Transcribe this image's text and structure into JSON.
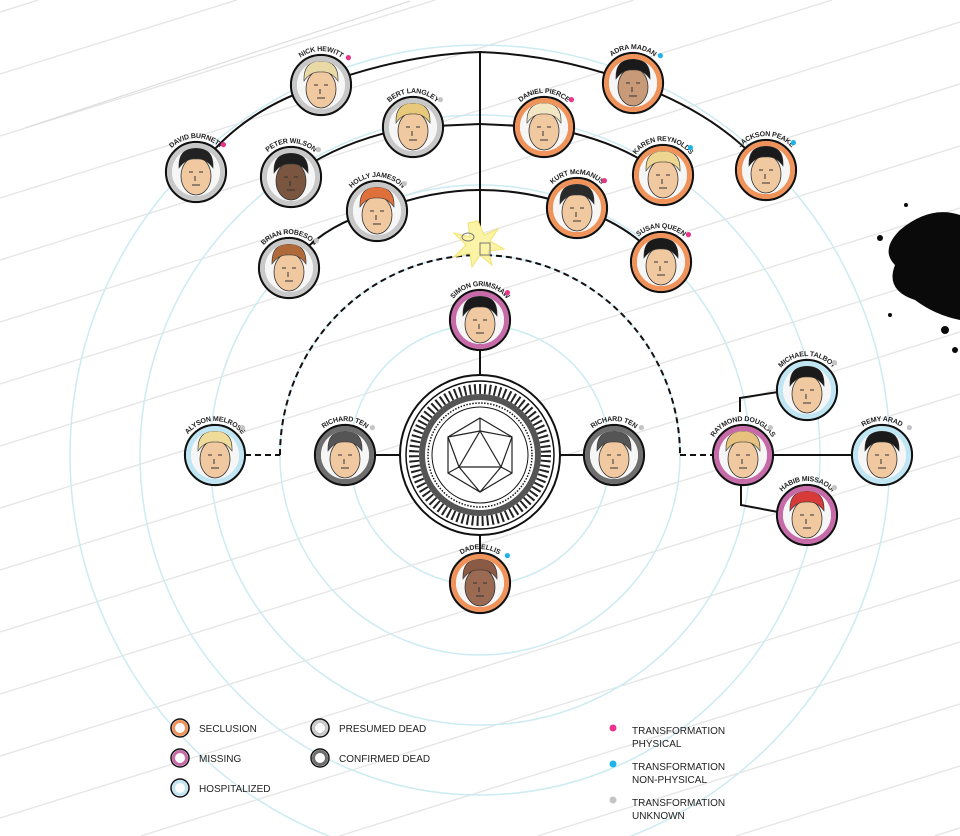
{
  "colors": {
    "seclusion": "#f0935a",
    "missing": "#c76aa8",
    "hospitalized": "#bfe6f2",
    "presumed_dead": "#c8c8c8",
    "confirmed_dead": "#6e6e6e",
    "physical": "#e8348a",
    "non_physical": "#1fb4e6",
    "unknown": "#c4c4c4",
    "ring": "#cdebf2"
  },
  "nodes": [
    {
      "id": "nick-hewitt",
      "name": "NICK HEWITT",
      "status": "presumed_dead",
      "transformation": "physical",
      "hair": "#e9d9a6"
    },
    {
      "id": "david-burnett",
      "name": "DAVID BURNETT",
      "status": "presumed_dead",
      "transformation": "physical",
      "hair": "#222"
    },
    {
      "id": "bert-langley",
      "name": "BERT LANGLEY",
      "status": "presumed_dead",
      "transformation": "unknown",
      "hair": "#e8c87a"
    },
    {
      "id": "peter-wilson",
      "name": "PETER WILSON",
      "status": "presumed_dead",
      "transformation": "unknown",
      "hair": "#1e1e1e",
      "skin": "#7a5640"
    },
    {
      "id": "holly-jameson",
      "name": "HOLLY JAMESON",
      "status": "presumed_dead",
      "transformation": "unknown",
      "hair": "#e0703a"
    },
    {
      "id": "brian-robeson",
      "name": "BRIAN ROBESON",
      "status": "presumed_dead",
      "transformation": "unknown",
      "hair": "#b06a3a"
    },
    {
      "id": "adra-madan",
      "name": "ADRA MADAN",
      "status": "seclusion",
      "transformation": "non_physical",
      "hair": "#1a1a1a",
      "skin": "#c89a78"
    },
    {
      "id": "daniel-pierce",
      "name": "DANIEL PIERCE",
      "status": "seclusion",
      "transformation": "physical",
      "hair": "#f3e6c2"
    },
    {
      "id": "karen-reynolds",
      "name": "KAREN REYNOLDS",
      "status": "seclusion",
      "transformation": "non_physical",
      "hair": "#ecd690"
    },
    {
      "id": "jackson-peake",
      "name": "JACKSON PEAKE",
      "status": "seclusion",
      "transformation": "non_physical",
      "hair": "#1a1a1a"
    },
    {
      "id": "kurt-mcmanus",
      "name": "KURT McMANUS",
      "status": "seclusion",
      "transformation": "physical",
      "hair": "#2a2a2a"
    },
    {
      "id": "susan-queen",
      "name": "SUSAN QUEEN",
      "status": "seclusion",
      "transformation": "physical",
      "hair": "#1a1a1a"
    },
    {
      "id": "simon-grimshaw",
      "name": "SIMON GRIMSHAW",
      "status": "missing",
      "transformation": "physical",
      "hair": "#1a1a1a"
    },
    {
      "id": "richard-ten-left",
      "name": "RICHARD TEN",
      "status": "confirmed_dead",
      "transformation": "unknown",
      "hair": "#555"
    },
    {
      "id": "richard-ten-right",
      "name": "RICHARD TEN",
      "status": "confirmed_dead",
      "transformation": "unknown",
      "hair": "#555"
    },
    {
      "id": "dade-ellis",
      "name": "DADE ELLIS",
      "status": "seclusion",
      "transformation": "non_physical",
      "hair": "#8a5a44",
      "skin": "#9a6a52"
    },
    {
      "id": "alyson-melrose",
      "name": "ALYSON MELROSE",
      "status": "hospitalized",
      "transformation": "unknown",
      "hair": "#f0dc9a"
    },
    {
      "id": "raymond-douglas",
      "name": "RAYMOND DOUGLAS",
      "status": "missing",
      "transformation": "unknown",
      "hair": "#e6c27e"
    },
    {
      "id": "michael-talbot",
      "name": "MICHAEL TALBOT",
      "status": "hospitalized",
      "transformation": "unknown",
      "hair": "#1a1a1a"
    },
    {
      "id": "remy-arad",
      "name": "REMY ARAD",
      "status": "hospitalized",
      "transformation": "unknown",
      "hair": "#1a1a1a"
    },
    {
      "id": "habib-missaoui",
      "name": "HABIB MISSAOUI",
      "status": "missing",
      "transformation": "unknown",
      "hair": "#d83a3a"
    }
  ],
  "legend": {
    "status": [
      {
        "key": "seclusion",
        "label": "SECLUSION"
      },
      {
        "key": "missing",
        "label": "MISSING"
      },
      {
        "key": "hospitalized",
        "label": "HOSPITALIZED"
      },
      {
        "key": "presumed_dead",
        "label": "PRESUMED DEAD"
      },
      {
        "key": "confirmed_dead",
        "label": "CONFIRMED DEAD"
      }
    ],
    "transformation": [
      {
        "key": "physical",
        "line1": "TRANSFORMATION",
        "line2": "PHYSICAL"
      },
      {
        "key": "non_physical",
        "line1": "TRANSFORMATION",
        "line2": "NON-PHYSICAL"
      },
      {
        "key": "unknown",
        "line1": "TRANSFORMATION",
        "line2": "UNKNOWN"
      }
    ]
  }
}
